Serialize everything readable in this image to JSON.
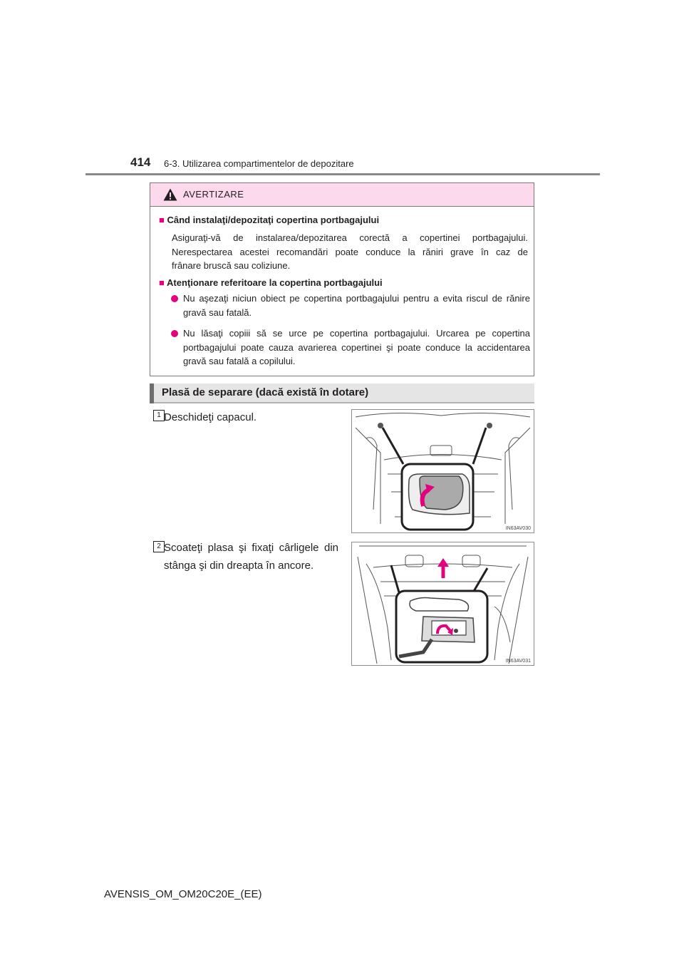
{
  "header": {
    "page_number": "414",
    "section_title": "6-3. Utilizarea compartimentelor de depozitare"
  },
  "warning": {
    "icon": "warning-triangle-icon",
    "title": "AVERTIZARE",
    "heading1": "Când instalaţi/depozitaţi copertina portbagajului",
    "para1_lines": [
      "Asiguraţi-vă de instalarea/depozitarea corectă a copertinei portbagajului.",
      "Nerespectarea acestei recomandări poate conduce la răniri grave în caz de",
      "frânare bruscă sau coliziune."
    ],
    "heading2": "Atenţionare referitoare la copertina portbagajului",
    "bullet1": "Nu aşezaţi niciun obiect pe copertina portbagajului pentru a evita riscul de rănire gravă sau fatală.",
    "bullet2": "Nu lăsaţi copiii să se urce pe copertina portbagajului. Urcarea pe copertina portbagajului poate cauza avarierea copertinei şi poate conduce la accidentarea gravă sau fatală a copilului."
  },
  "subsection": {
    "title": "Plasă de separare (dacă există în dotare)"
  },
  "steps": [
    {
      "number": "1",
      "text": "Deschideţi capacul.",
      "figure_id": "IN63AV030"
    },
    {
      "number": "2",
      "text": "Scoateţi plasa şi fixaţi cârligele din stânga şi din dreapta în ancore.",
      "figure_id": "IN63AV031"
    }
  ],
  "footer": {
    "doc_code": "AVENSIS_OM_OM20C20E_(EE)"
  },
  "colors": {
    "accent": "#e4007f",
    "warning_header": "#fcd9ec",
    "subheading_bg": "#e5e5e5"
  }
}
